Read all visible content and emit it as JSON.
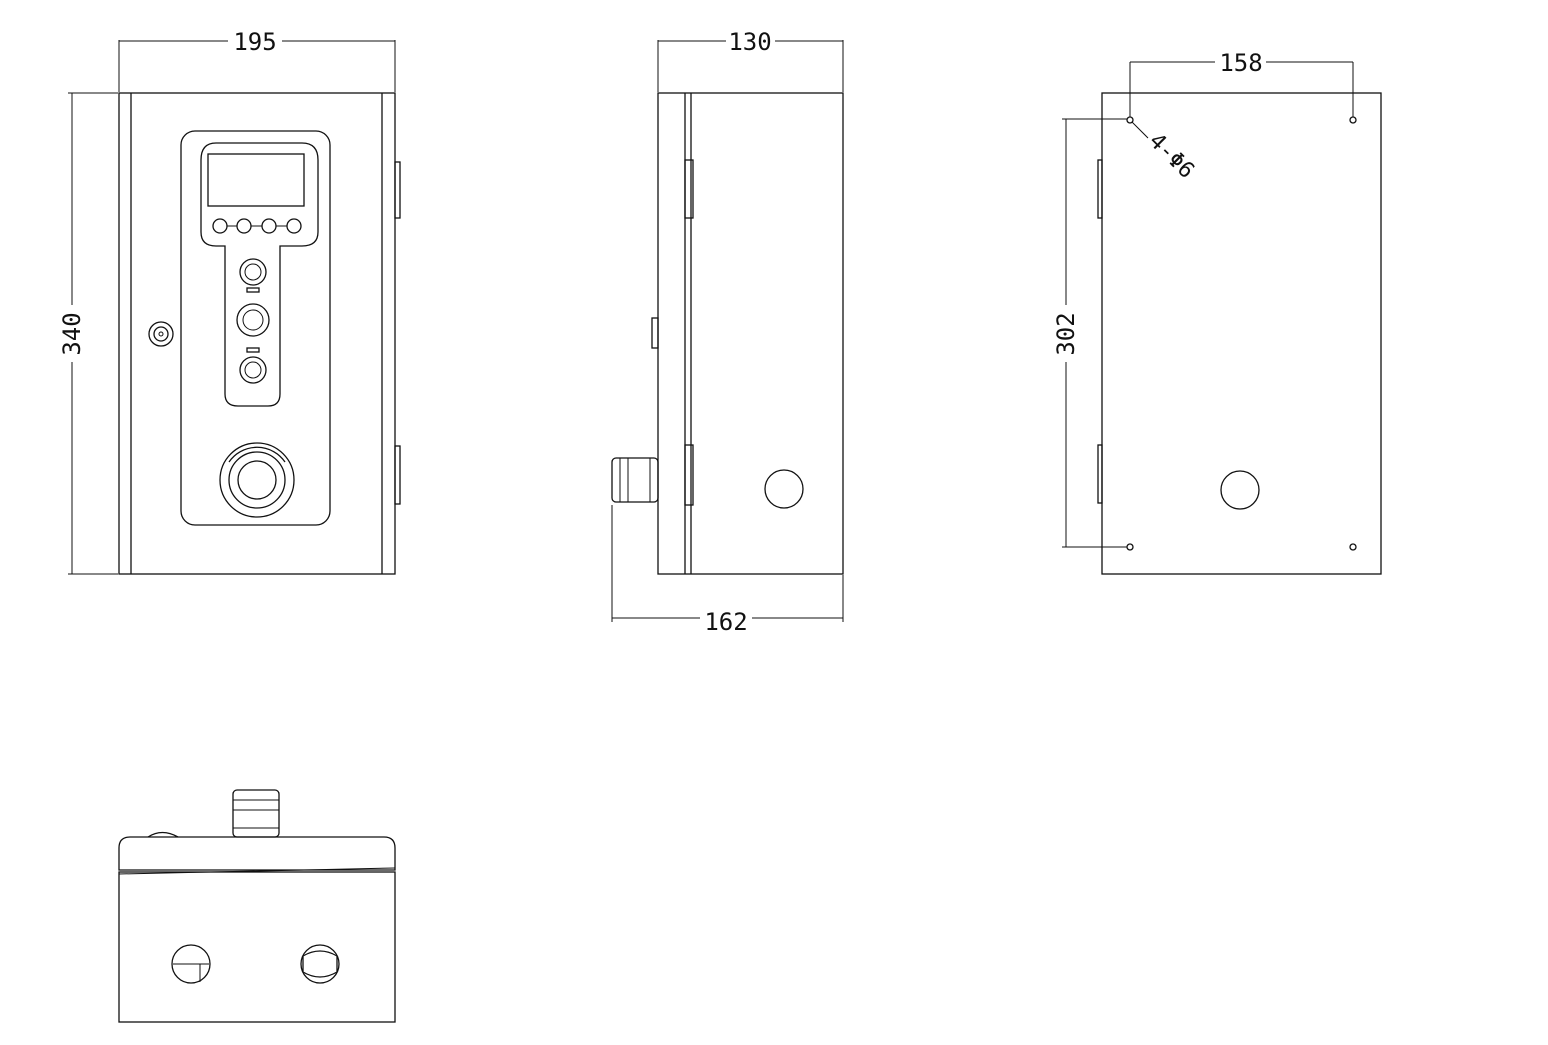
{
  "dimensions": {
    "front_width": "195",
    "front_height": "340",
    "side_depth": "130",
    "side_overall_depth": "162",
    "back_hole_spacing_x": "158",
    "back_hole_spacing_y": "302",
    "hole_callout": "4-Φ6"
  },
  "colors": {
    "line": "#111111",
    "background": "#ffffff"
  }
}
